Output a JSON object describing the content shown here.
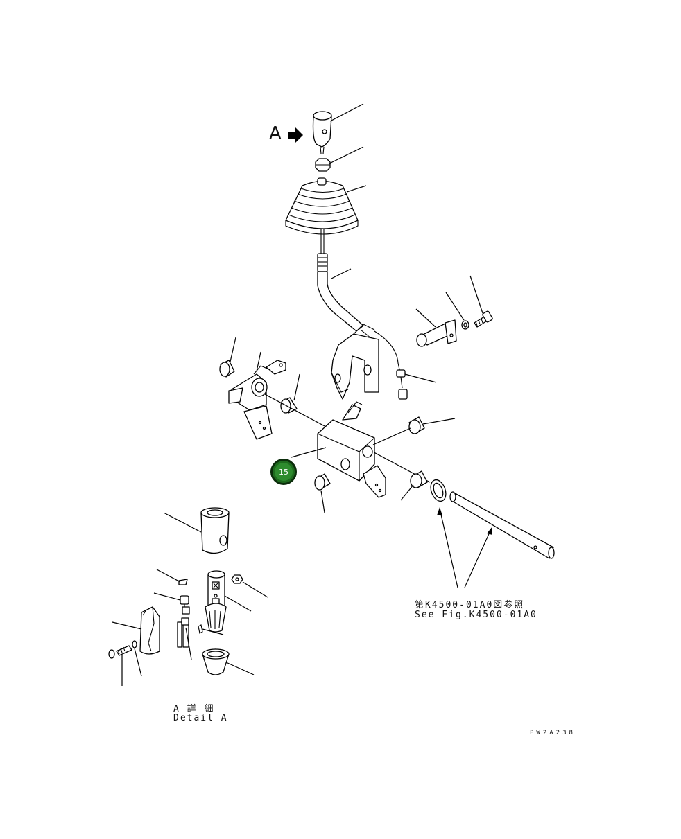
{
  "view_label": "A",
  "callout_badge": {
    "number": "15",
    "color": "#2e8b2e"
  },
  "reference_note": {
    "line_jp": "第K4500-01A0図参照",
    "line_en": "See Fig.K4500-01A0"
  },
  "detail_caption": {
    "line_jp": "A 詳 細",
    "line_en": "Detail A"
  },
  "drawing_code": "PW2A238"
}
